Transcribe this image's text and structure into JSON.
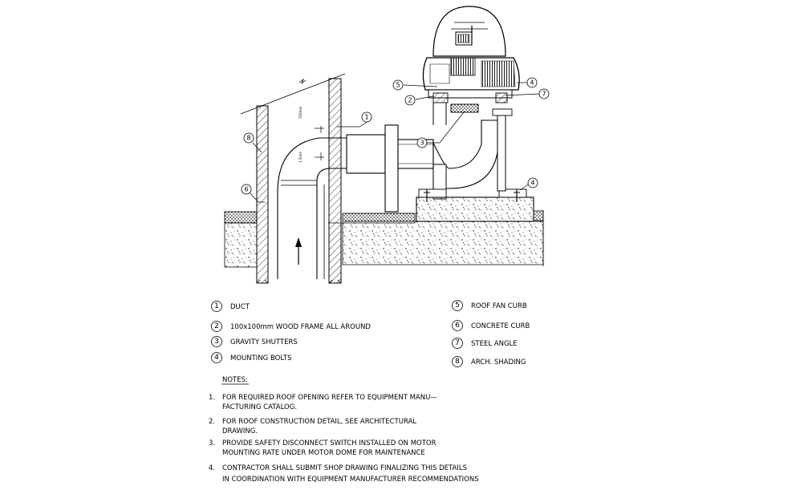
{
  "legend": [
    {
      "num": "1",
      "text": "DUCT"
    },
    {
      "num": "2",
      "text": "100x100mm WOOD FRAME ALL AROUND"
    },
    {
      "num": "3",
      "text": "GRAVITY SHUTTERS"
    },
    {
      "num": "4",
      "text": "MOUNTING BOLTS"
    },
    {
      "num": "5",
      "text": "ROOF FAN CURB"
    },
    {
      "num": "6",
      "text": "CONCRETE CURB"
    },
    {
      "num": "7",
      "text": "STEEL ANGLE"
    },
    {
      "num": "8",
      "text": "ARCH. SHADING"
    }
  ],
  "notes": {
    "title": "NOTES:",
    "items": [
      {
        "num": "1.",
        "line1": "FOR REQUIRED ROOF OPENING REFER TO EQUIPMENT MANU—",
        "line2": "FACTURING CATALOG."
      },
      {
        "num": "2.",
        "line1": "FOR ROOF CONSTRUCTION DETAIL, SEE ARCHITECTURAL",
        "line2": "DRAWING."
      },
      {
        "num": "3.",
        "line1": "PROVIDE SAFETY DISCONNECT SWITCH INSTALLED ON MOTOR",
        "line2": "MOUNTING RATE UNDER MOTOR DOME FOR MAINTENANCE"
      },
      {
        "num": "4.",
        "line1": "CONTRACTOR SHALL SUBMIT SHOP DRAWING FINALIZING THIS DETAILS",
        "line2": "IN COORDINATION WITH EQUIPMENT MANUFACTURER RECOMMENDATIONS"
      }
    ]
  },
  "callouts": {
    "c1": "1",
    "c2": "2",
    "c3": "3",
    "c4a": "4",
    "c4b": "4",
    "c5": "5",
    "c6": "6",
    "c7": "7",
    "c8": "8"
  },
  "dimensions": {
    "dim_top": "150mm",
    "dim_side": "1.5mm"
  }
}
